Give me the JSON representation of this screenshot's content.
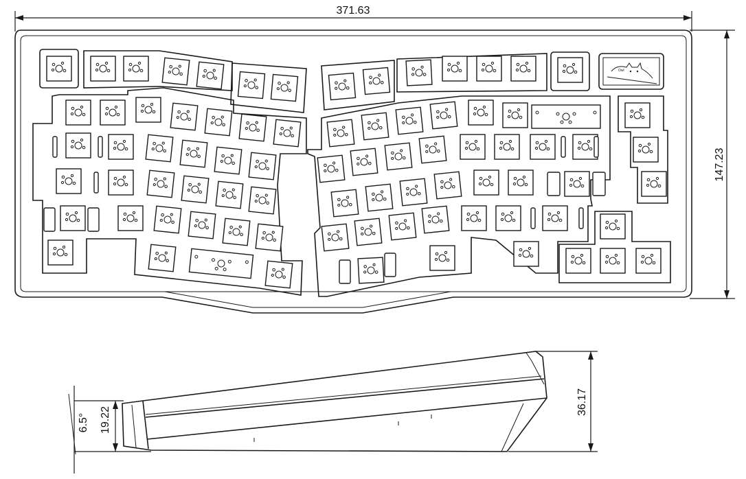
{
  "dimensions": {
    "width": "371.63",
    "depth": "147.23",
    "height_back": "36.17",
    "height_front": "19.22",
    "angle": "6.5°"
  },
  "colors": {
    "line": "#1a1a1a",
    "background": "#ffffff"
  },
  "badge": {
    "icon": "cat-icon"
  }
}
